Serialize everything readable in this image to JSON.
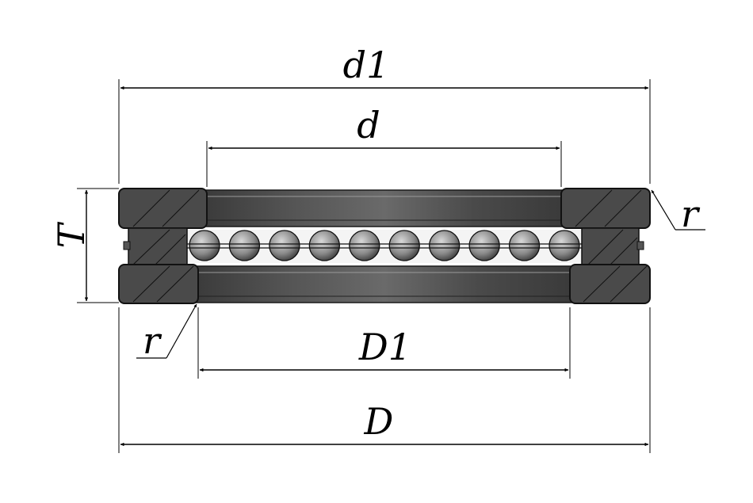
{
  "labels": {
    "d1": "d1",
    "d": "d",
    "T": "T",
    "r_top": "r",
    "r_bottom": "r",
    "D1": "D1",
    "D": "D"
  },
  "colors": {
    "ring": "#4a4a4a",
    "ring_dark": "#2a2a2a",
    "ring_light": "#8a8a8a",
    "line": "#000000",
    "background": "#ffffff"
  },
  "balls": {
    "count": 10
  }
}
